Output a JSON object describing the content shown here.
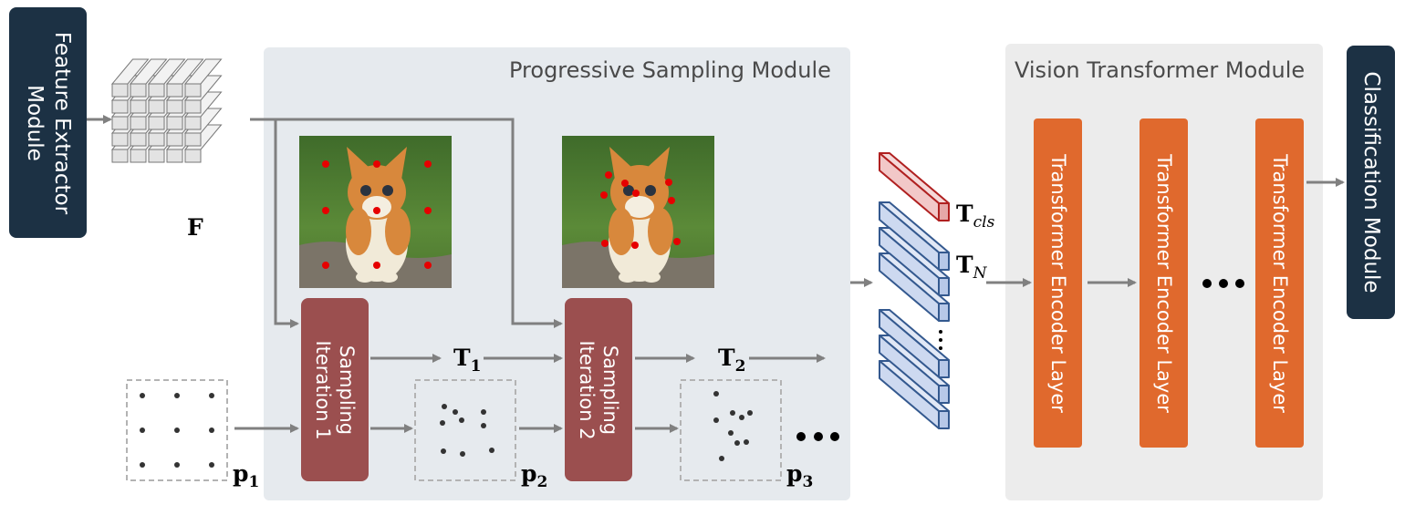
{
  "modules": {
    "feature_extractor": "Feature Extractor Module",
    "classification": "Classification Module",
    "progressive_sampling": "Progressive Sampling Module",
    "vision_transformer": "Vision Transformer Module"
  },
  "sampling": {
    "iter1": "Sampling Iteration 1",
    "iter2": "Sampling Iteration 2"
  },
  "encoder": {
    "layer_label": "Transformer Encoder Layer"
  },
  "labels": {
    "F": "F",
    "T": "T",
    "T1_sub": "1",
    "T2_sub": "2",
    "TN_sub": "N",
    "Tcls_sub": "cls",
    "p": "p",
    "p1_sub": "1",
    "p2_sub": "2",
    "p3_sub": "3"
  },
  "colors": {
    "dark_navy": "#1c3144",
    "sampling_red": "#9b4f4f",
    "encoder_orange": "#e0692d",
    "psm_bg": "#e6eaee",
    "vtm_bg": "#ececec",
    "arrow": "#808080",
    "sample_point": "#e60000",
    "cls_token": "#f2c8c8",
    "n_token": "#cdd9f0"
  }
}
